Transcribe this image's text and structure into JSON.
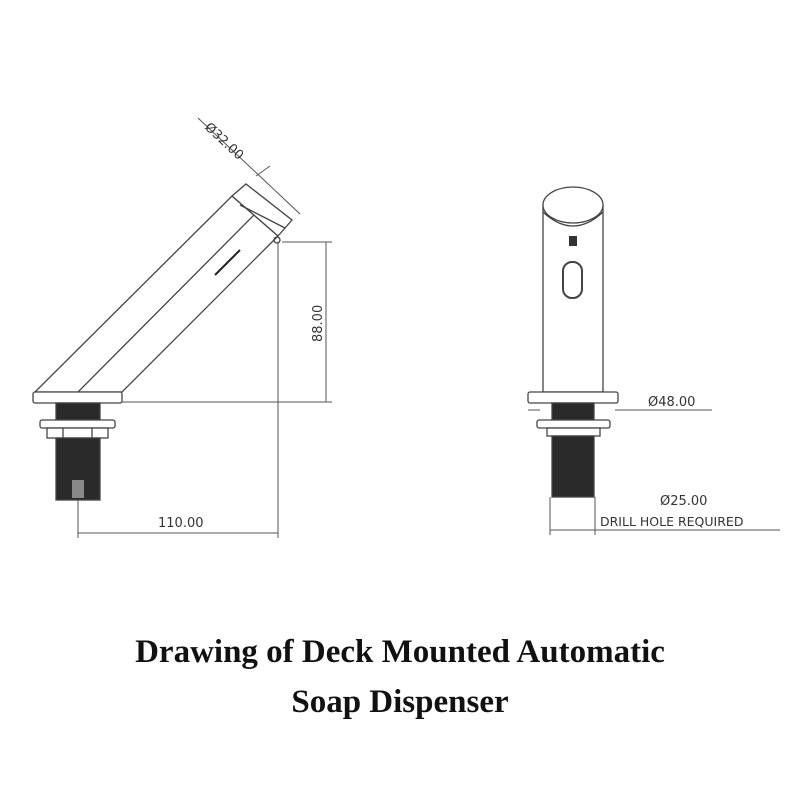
{
  "drawing": {
    "side_view": {
      "diameter_label": "Ø32.00",
      "height_label": "88.00",
      "reach_label": "110.00"
    },
    "front_view": {
      "base_diameter_label": "Ø48.00",
      "hole_diameter_label": "Ø25.00",
      "hole_note": "DRILL HOLE REQUIRED"
    }
  },
  "caption": {
    "line1": "Drawing of Deck Mounted Automatic",
    "line2": "Soap Dispenser"
  }
}
